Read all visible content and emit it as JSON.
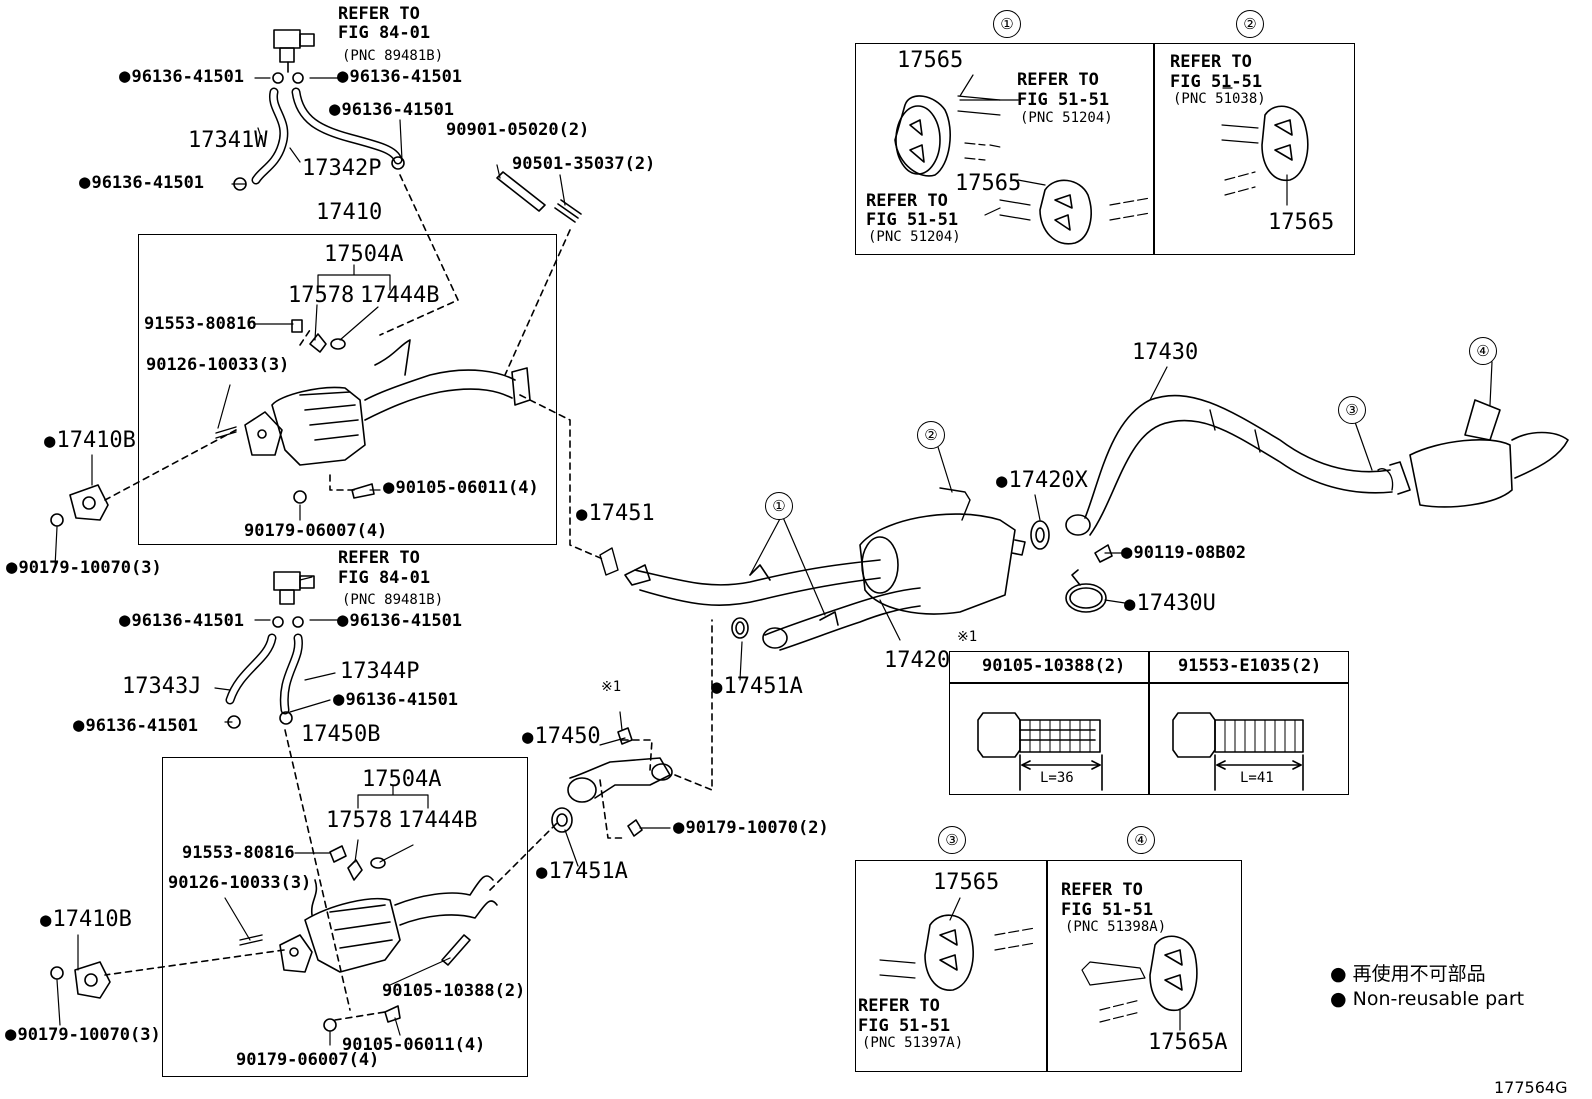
{
  "figure_id": "177564G",
  "legend": {
    "jp": "再使用不可部品",
    "en": "Non-reusable part"
  },
  "callouts": {
    "c1": "①",
    "c2": "②",
    "c3": "③",
    "c4": "④",
    "k1": "※1"
  },
  "upper": {
    "refer_title": "REFER TO",
    "refer_fig": "FIG 84-01",
    "refer_pnc": "(PNC 89481B)",
    "clamp_a": "96136-41501",
    "clamp_b": "96136-41501",
    "clamp_c": "96136-41501",
    "clamp_d": "96136-41501",
    "hose_w": "17341W",
    "hose_p": "17342P",
    "bolt_a": "90901-05020(2)",
    "spring": "90501-35037(2)",
    "assy": "17410",
    "sensor_set": "17504A",
    "p17578": "17578",
    "p17444b": "17444B",
    "screw": "91553-80816",
    "stud": "90126-10033(3)",
    "gasket": "17410B",
    "bolt_b": "90105-06011(4)",
    "nut_b": "90179-06007(4)",
    "nut_a": "90179-10070(3)"
  },
  "lower": {
    "refer_title": "REFER TO",
    "refer_fig": "FIG 84-01",
    "refer_pnc": "(PNC 89481B)",
    "clamp_a": "96136-41501",
    "clamp_b": "96136-41501",
    "clamp_c": "96136-41501",
    "clamp_d": "96136-41501",
    "hose_j": "17343J",
    "hose_p": "17344P",
    "assy": "17450B",
    "sensor_set": "17504A",
    "p17578": "17578",
    "p17444b": "17444B",
    "screw": "91553-80816",
    "stud": "90126-10033(3)",
    "gasket": "17410B",
    "bolt_c": "90105-10388(2)",
    "bolt_b": "90105-06011(4)",
    "nut_b": "90179-06007(4)",
    "nut_a": "90179-10070(3)"
  },
  "center": {
    "p17451": "17451",
    "p17451a_1": "17451A",
    "p17450": "17450",
    "nut_10070": "90179-10070(2)",
    "p17451a_2": "17451A",
    "p17420": "17420",
    "p17420x": "17420X",
    "bolt_08b02": "90119-08B02",
    "p17430u": "17430U",
    "p17430": "17430"
  },
  "bolt_table": {
    "col1": "90105-10388(2)",
    "col2": "91553-E1035(2)",
    "len1": "L=36",
    "len2": "L=41"
  },
  "inset1": {
    "p_top": "17565",
    "ref1_title": "REFER TO",
    "ref1_fig": "FIG 51-51",
    "ref1_pnc": "(PNC 51204)",
    "p_bottom": "17565",
    "ref2_title": "REFER TO",
    "ref2_fig": "FIG 51-51",
    "ref2_pnc": "(PNC 51204)"
  },
  "inset2": {
    "ref_title": "REFER TO",
    "ref_fig": "FIG 51-51",
    "ref_pnc": "(PNC 51038)",
    "part": "17565"
  },
  "inset3": {
    "part": "17565",
    "ref_title": "REFER TO",
    "ref_fig": "FIG 51-51",
    "ref_pnc": "(PNC 51397A)"
  },
  "inset4": {
    "ref_title": "REFER TO",
    "ref_fig": "FIG 51-51",
    "ref_pnc": "(PNC 51398A)",
    "part": "17565A"
  }
}
